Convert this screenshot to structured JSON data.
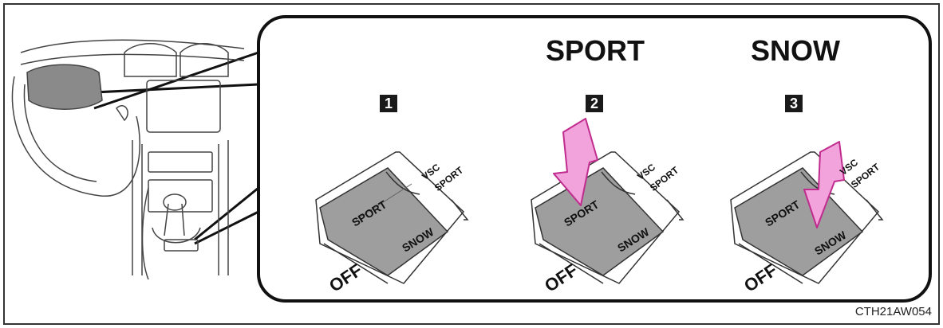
{
  "headings": {
    "sport": "SPORT",
    "snow": "SNOW"
  },
  "steps": [
    "1",
    "2",
    "3"
  ],
  "switch": {
    "sport_label": "SPORT",
    "snow_label": "SNOW",
    "vsc_line1": "VSC",
    "vsc_line2": "SPORT",
    "off_label": "OFF"
  },
  "figure_code": "CTH21AW054",
  "colors": {
    "arrow_fill": "#f2a3dc",
    "arrow_stroke": "#c02c8e",
    "button_fill": "#9e9e9e",
    "frame": "#111111"
  }
}
